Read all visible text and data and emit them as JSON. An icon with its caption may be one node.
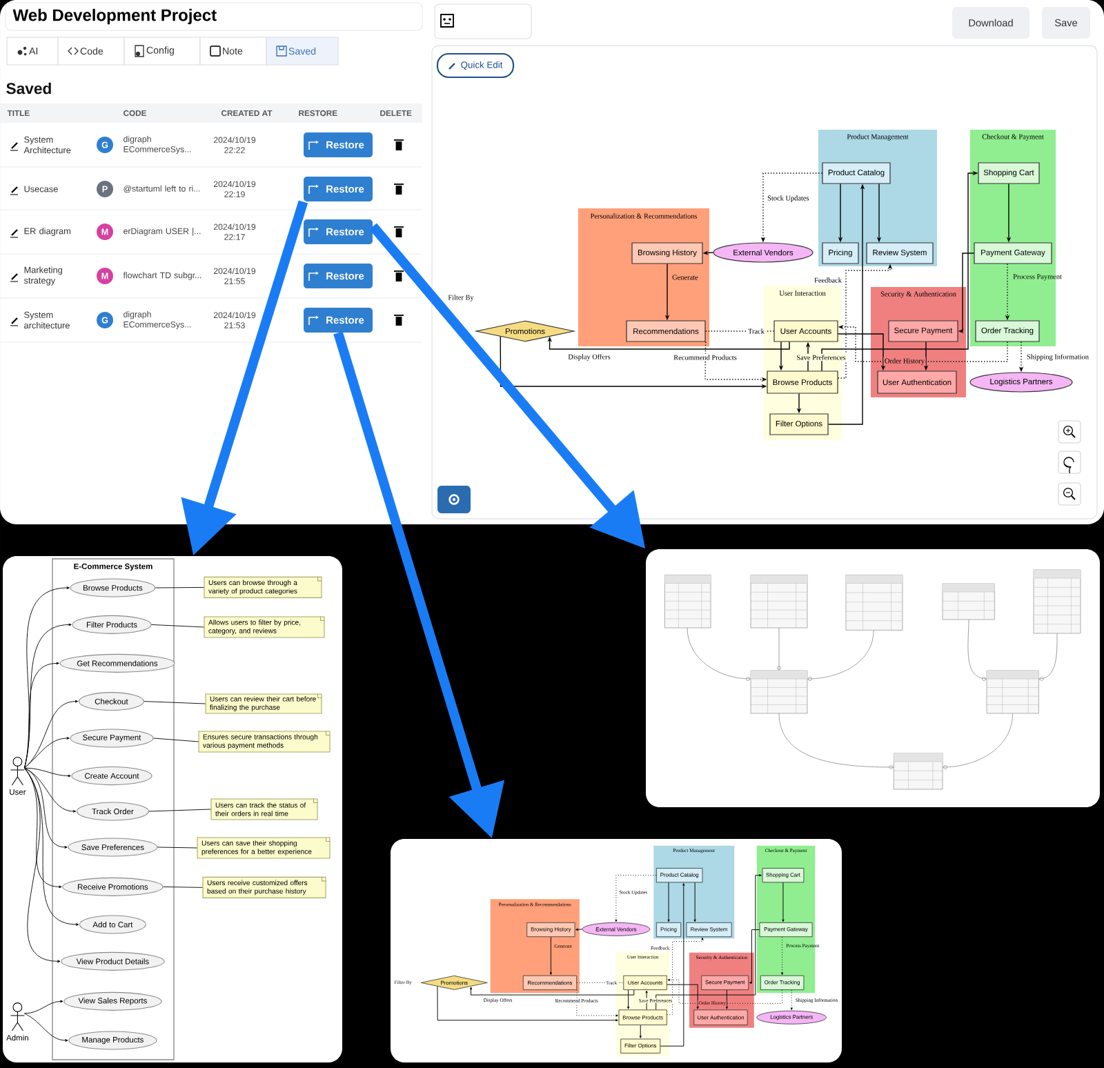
{
  "diagram": {
    "title": "Web Development Project",
    "nodes": [
      {
        "text": [
          "AI"
        ]
      },
      {
        "text": [
          "Code"
        ]
      },
      {
        "text": [
          "Config"
        ]
      },
      {
        "text": [
          "Note"
        ]
      },
      {
        "text": [
          "Saved"
        ]
      },
      {
        "text": [
          "Restore"
        ]
      },
      {
        "text": [
          "Restore"
        ]
      },
      {
        "text": [
          "Restore"
        ]
      },
      {
        "text": [
          "Restore"
        ]
      },
      {
        "text": [
          "Restore"
        ]
      },
      {
        "text": [
          "Download"
        ]
      },
      {
        "text": [
          "Save"
        ]
      },
      {
        "text": [
          "Quick Edit"
        ]
      },
      {
        "text": [
          "Product Management"
        ]
      },
      {
        "text": [
          "Product Catalog"
        ],
        "in": 13
      },
      {
        "text": [
          "Pricing"
        ],
        "in": 13
      },
      {
        "text": [
          "Review System"
        ],
        "in": 13
      },
      {
        "text": [
          "Checkout & Payment"
        ]
      },
      {
        "text": [
          "Shopping Cart"
        ],
        "in": 17
      },
      {
        "text": [
          "Payment Gateway"
        ],
        "in": 17
      },
      {
        "text": [
          "Order Tracking"
        ],
        "in": 17
      },
      {
        "text": [
          "Personalization & Recommendations"
        ]
      },
      {
        "text": [
          "Browsing History"
        ],
        "in": 21
      },
      {
        "text": [
          "Recommendations"
        ],
        "in": 21
      },
      {
        "text": [
          "External Vendors"
        ]
      },
      {
        "text": [
          "User Interaction"
        ]
      },
      {
        "text": [
          "User Accounts"
        ],
        "in": 25
      },
      {
        "text": [
          "Browse Products"
        ],
        "in": 25
      },
      {
        "text": [
          "Filter Options"
        ],
        "in": 25
      },
      {
        "text": [
          "Security & Authentication"
        ]
      },
      {
        "text": [
          "Secure Payment"
        ],
        "in": 29
      },
      {
        "text": [
          "User Authentication"
        ],
        "in": 29
      },
      {
        "text": [
          "Promotions"
        ]
      },
      {
        "text": [
          "Logistics Partners"
        ]
      },
      {
        "text": [],
        "shape": "box"
      },
      {
        "text": [
          "E-Commerce System"
        ],
        "in": 34
      },
      {
        "text": [
          "Browse Products"
        ],
        "in": 35
      },
      {
        "text": [
          "Filter Products"
        ],
        "in": 35
      },
      {
        "text": [
          "Get Recommendations"
        ],
        "in": 35
      },
      {
        "text": [
          "Checkout"
        ],
        "in": 35
      },
      {
        "text": [
          "Secure Payment"
        ],
        "in": 35
      },
      {
        "text": [
          "Create Account"
        ],
        "in": 35
      },
      {
        "text": [
          "Track Order"
        ],
        "in": 35
      },
      {
        "text": [
          "Save Preferences"
        ],
        "in": 35
      },
      {
        "text": [
          "Receive Promotions"
        ],
        "in": 35
      },
      {
        "text": [
          "Add to Cart"
        ],
        "in": 35
      },
      {
        "text": [
          "View Product Details"
        ],
        "in": 35
      },
      {
        "text": [
          "View Sales Reports"
        ],
        "in": 35
      },
      {
        "text": [
          "Manage Products"
        ],
        "in": 35
      },
      {
        "text": [
          "Users can browse through a variety of product categories"
        ],
        "in": 34
      },
      {
        "text": [
          "Allows users to filter by price, category, and reviews"
        ],
        "in": 34
      },
      {
        "text": [
          "Users can review their cart before finalizing the purchase"
        ],
        "in": 34
      },
      {
        "text": [
          "Ensures secure transactions through various payment methods"
        ],
        "in": 34
      },
      {
        "text": [
          "Users can track the status of their orders in real time"
        ],
        "in": 34
      },
      {
        "text": [
          "Users can save their shopping preferences for a better experience"
        ],
        "in": 34
      },
      {
        "text": [
          "Users receive customized offers based on their purchase history"
        ],
        "in": 34
      },
      {
        "text": [
          "User"
        ],
        "in": 34
      },
      {
        "text": [
          "Admin"
        ],
        "in": 34
      },
      {
        "text": [],
        "shape": "picture"
      },
      {
        "text": [],
        "shape": "box"
      },
      {
        "text": [
          "Product Management"
        ],
        "in": 59
      },
      {
        "text": [
          "Product Catalog"
        ],
        "in": 60
      },
      {
        "text": [
          "Pricing"
        ],
        "in": 60
      },
      {
        "text": [
          "Review System"
        ],
        "in": 60
      },
      {
        "text": [
          "Checkout & Payment"
        ],
        "in": 59
      },
      {
        "text": [
          "Shopping Cart"
        ],
        "in": 64
      },
      {
        "text": [
          "Payment Gateway"
        ],
        "in": 64
      },
      {
        "text": [
          "Order Tracking"
        ],
        "in": 64
      },
      {
        "text": [
          "Personalization & Recommendations"
        ],
        "in": 59
      },
      {
        "text": [
          "Browsing History"
        ],
        "in": 68
      },
      {
        "text": [
          "Recommendations"
        ],
        "in": 68
      },
      {
        "text": [
          "External Vendors"
        ],
        "in": 59
      },
      {
        "text": [
          "User Interaction"
        ],
        "in": 59
      },
      {
        "text": [
          "User Accounts"
        ],
        "in": 72
      },
      {
        "text": [
          "Browse Products"
        ],
        "in": 72
      },
      {
        "text": [
          "Filter Options"
        ],
        "in": 72
      },
      {
        "text": [
          "Security & Authentication"
        ],
        "in": 59
      },
      {
        "text": [
          "Secure Payment"
        ],
        "in": 76
      },
      {
        "text": [
          "User Authentication"
        ],
        "in": 76
      },
      {
        "text": [
          "Promotions"
        ],
        "in": 59
      },
      {
        "text": [
          "Logistics Partners"
        ],
        "in": 59
      }
    ],
    "edges": [
      {
        "from": 14,
        "to": 15,
        "arrow": "to"
      },
      {
        "from": 14,
        "to": 16,
        "arrow": "to"
      },
      {
        "from": 14,
        "to": 24,
        "arrow": "to",
        "style": "dashed",
        "label": "Stock Updates"
      },
      {
        "from": 24,
        "to": 22,
        "arrow": "to"
      },
      {
        "from": 22,
        "to": 23,
        "arrow": "to",
        "label": "Generate"
      },
      {
        "from": 23,
        "to": 26,
        "arrow": "none",
        "style": "dashed",
        "label": "Track"
      },
      {
        "from": 23,
        "to": 27,
        "arrow": "to",
        "style": "dashed",
        "label": "Recommend Products"
      },
      {
        "from": 26,
        "to": 32,
        "arrow": "to",
        "label": "Display Offers"
      },
      {
        "from": 32,
        "to": 27,
        "arrow": "to"
      },
      {
        "from": 27,
        "to": 16,
        "arrow": "to",
        "style": "dashed",
        "label": "Feedback"
      },
      {
        "from": 20,
        "to": 26,
        "arrow": "to",
        "style": "dashed",
        "label": "Order History"
      },
      {
        "from": 27,
        "to": 26,
        "arrow": "to",
        "label": "Save Preferences"
      },
      {
        "from": 26,
        "to": 27,
        "arrow": "to"
      },
      {
        "from": 27,
        "to": 28,
        "arrow": "to"
      },
      {
        "from": 28,
        "to": 14,
        "arrow": "to"
      },
      {
        "from": 26,
        "to": 31,
        "arrow": "to"
      },
      {
        "from": 27,
        "to": 18,
        "arrow": "to"
      },
      {
        "from": 18,
        "to": 19,
        "arrow": "to"
      },
      {
        "from": 19,
        "to": 30,
        "arrow": "to"
      },
      {
        "from": 30,
        "to": 31,
        "arrow": "to"
      },
      {
        "from": 19,
        "to": 20,
        "arrow": "to",
        "style": "dashed",
        "label": "Process Payment"
      },
      {
        "from": 20,
        "to": 33,
        "arrow": "to",
        "style": "dashed",
        "label": "Shipping Information"
      },
      {
        "from": 6,
        "to": 34,
        "arrow": "to",
        "style": "thick",
        "color": "#1a7cf5"
      },
      {
        "from": 7,
        "to": 58,
        "arrow": "to",
        "style": "thick",
        "color": "#1a7cf5"
      },
      {
        "from": 9,
        "to": 59,
        "arrow": "to",
        "style": "thick",
        "color": "#1a7cf5"
      },
      {
        "from": 56,
        "to": 36,
        "arrow": "to"
      },
      {
        "from": 56,
        "to": 37,
        "arrow": "to"
      },
      {
        "from": 56,
        "to": 38,
        "arrow": "to"
      },
      {
        "from": 56,
        "to": 39,
        "arrow": "to"
      },
      {
        "from": 56,
        "to": 40,
        "arrow": "to"
      },
      {
        "from": 56,
        "to": 41,
        "arrow": "to"
      },
      {
        "from": 56,
        "to": 42,
        "arrow": "to"
      },
      {
        "from": 56,
        "to": 43,
        "arrow": "to"
      },
      {
        "from": 56,
        "to": 44,
        "arrow": "to"
      },
      {
        "from": 56,
        "to": 45,
        "arrow": "to"
      },
      {
        "from": 56,
        "to": 46,
        "arrow": "to"
      },
      {
        "from": 57,
        "to": 47,
        "arrow": "to"
      },
      {
        "from": 57,
        "to": 48,
        "arrow": "to"
      },
      {
        "from": 36,
        "to": 49,
        "arrow": "none"
      },
      {
        "from": 37,
        "to": 50,
        "arrow": "none"
      },
      {
        "from": 39,
        "to": 51,
        "arrow": "none"
      },
      {
        "from": 40,
        "to": 52,
        "arrow": "none"
      },
      {
        "from": 42,
        "to": 53,
        "arrow": "none"
      },
      {
        "from": 43,
        "to": 54,
        "arrow": "none"
      },
      {
        "from": 44,
        "to": 55,
        "arrow": "none"
      },
      {
        "from": 61,
        "to": 62,
        "arrow": "to"
      },
      {
        "from": 61,
        "to": 63,
        "arrow": "to"
      },
      {
        "from": 61,
        "to": 71,
        "arrow": "to",
        "style": "dashed",
        "label": "Stock Updates"
      },
      {
        "from": 71,
        "to": 69,
        "arrow": "to"
      },
      {
        "from": 69,
        "to": 70,
        "arrow": "to",
        "label": "Generate"
      },
      {
        "from": 70,
        "to": 73,
        "arrow": "none",
        "style": "dashed",
        "label": "Track"
      },
      {
        "from": 70,
        "to": 74,
        "arrow": "to",
        "style": "dashed",
        "label": "Recommend Products"
      },
      {
        "from": 73,
        "to": 79,
        "arrow": "to",
        "label": "Display Offers"
      },
      {
        "from": 79,
        "to": 74,
        "arrow": "to"
      },
      {
        "from": 74,
        "to": 63,
        "arrow": "to",
        "style": "dashed",
        "label": "Feedback"
      },
      {
        "from": 67,
        "to": 73,
        "arrow": "to",
        "style": "dashed",
        "label": "Order History"
      },
      {
        "from": 74,
        "to": 73,
        "arrow": "to",
        "label": "Save Preferences"
      },
      {
        "from": 73,
        "to": 74,
        "arrow": "to"
      },
      {
        "from": 74,
        "to": 75,
        "arrow": "to"
      },
      {
        "from": 75,
        "to": 61,
        "arrow": "to"
      },
      {
        "from": 73,
        "to": 78,
        "arrow": "to"
      },
      {
        "from": 74,
        "to": 65,
        "arrow": "to"
      },
      {
        "from": 65,
        "to": 66,
        "arrow": "to"
      },
      {
        "from": 66,
        "to": 77,
        "arrow": "to"
      },
      {
        "from": 77,
        "to": 78,
        "arrow": "to"
      },
      {
        "from": 66,
        "to": 67,
        "arrow": "to",
        "style": "dashed",
        "label": "Process Payment"
      },
      {
        "from": 67,
        "to": 80,
        "arrow": "to",
        "style": "dashed",
        "label": "Shipping Information"
      }
    ],
    "labels": [
      "Saved",
      "TITLE",
      "CODE",
      "CREATED AT",
      "RESTORE",
      "DELETE",
      "System Architecture",
      "G",
      "digraph ECommerceSys...",
      "2024/10/19 22:22",
      "Usecase",
      "P",
      "@startuml left to ri...",
      "2024/10/19 22:19",
      "ER diagram",
      "M",
      "erDiagram USER |...",
      "2024/10/19 22:17",
      "Marketing strategy",
      "M",
      "flowchart TD subgr...",
      "2024/10/19 21:55",
      "System architecture",
      "G",
      "digraph ECommerceSys...",
      "2024/10/19 21:53",
      "Filter By",
      "Filter By"
    ]
  }
}
